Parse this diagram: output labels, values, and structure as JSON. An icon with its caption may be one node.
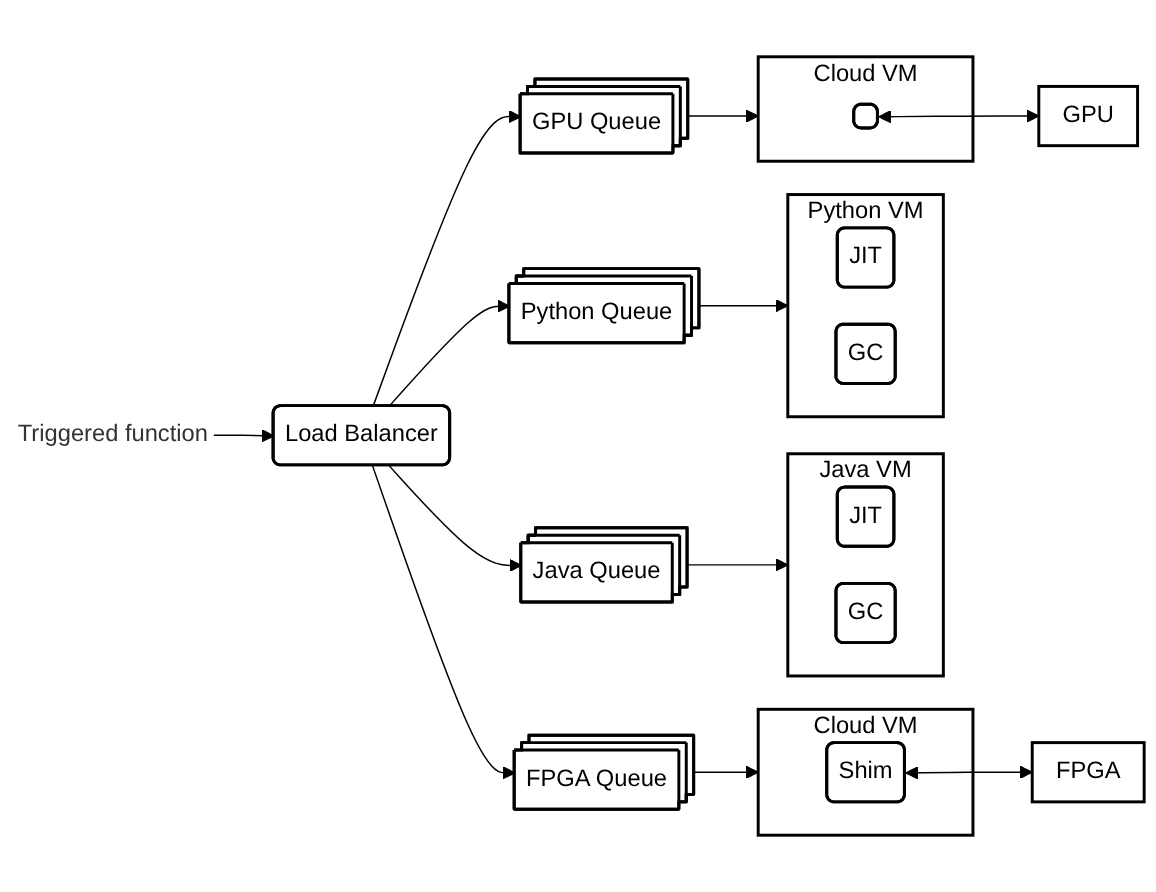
{
  "diagram": {
    "nodes": [
      {
        "text": [
          "Load Balancer"
        ]
      },
      {
        "text": [
          "Triggered function"
        ]
      },
      {
        "text": [
          "Java Queue"
        ]
      },
      {
        "text": [
          "Java VM"
        ]
      },
      {
        "text": [
          "JIT"
        ],
        "in": 3
      },
      {
        "text": [
          "GC"
        ],
        "in": 3
      },
      {
        "text": [
          "Python Queue"
        ]
      },
      {
        "text": [
          "Python VM"
        ]
      },
      {
        "text": [
          "JIT"
        ],
        "in": 7
      },
      {
        "text": [
          "GC"
        ],
        "in": 7
      },
      {
        "text": [
          "GPU Queue"
        ]
      },
      {
        "text": [
          "Cloud VM"
        ]
      },
      {
        "text": [],
        "shape": "box",
        "in": 11
      },
      {
        "text": [
          "GPU"
        ]
      },
      {
        "text": [
          "FPGA Queue"
        ]
      },
      {
        "text": [
          "Cloud VM"
        ]
      },
      {
        "text": [
          "Shim"
        ],
        "in": 15
      },
      {
        "text": [
          "FPGA"
        ]
      }
    ],
    "edges": [
      {
        "from": 1,
        "to": 0,
        "arrow": "to"
      },
      {
        "from": 0,
        "to": 2,
        "arrow": "to"
      },
      {
        "from": 0,
        "to": 6,
        "arrow": "to"
      },
      {
        "from": 0,
        "to": 10,
        "arrow": "to"
      },
      {
        "from": 0,
        "to": 14,
        "arrow": "to"
      },
      {
        "from": 2,
        "to": 3,
        "arrow": "to"
      },
      {
        "from": 6,
        "to": 7,
        "arrow": "to"
      },
      {
        "from": 10,
        "to": 11,
        "arrow": "to"
      },
      {
        "from": 14,
        "to": 15,
        "arrow": "to"
      },
      {
        "from": 12,
        "to": 13,
        "arrow": "both"
      },
      {
        "from": 16,
        "to": 17,
        "arrow": "both"
      }
    ]
  }
}
